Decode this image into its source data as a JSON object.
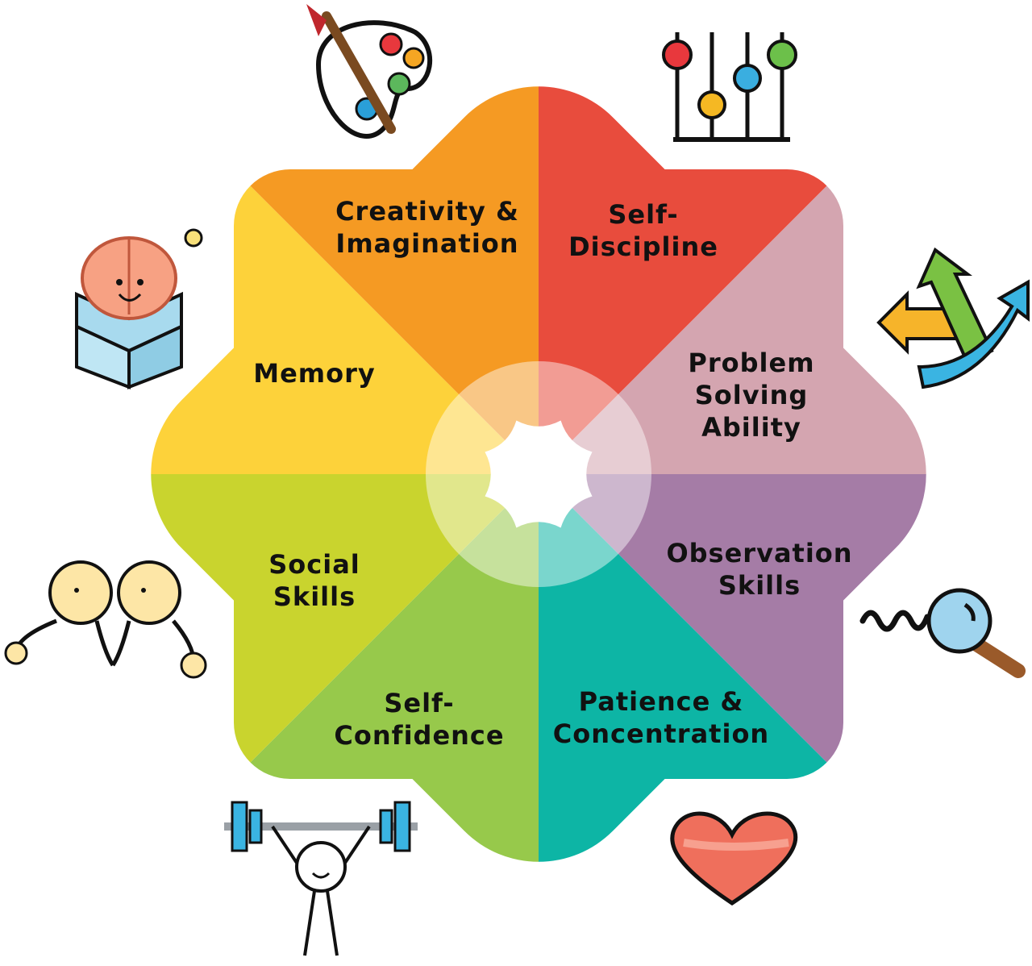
{
  "title": "Skill wheel",
  "segments": [
    {
      "id": "creativity",
      "lines": [
        "Creativity &",
        "Imagination"
      ],
      "color": "#e84c3d",
      "icon": "paint-palette-icon"
    },
    {
      "id": "self-discipline",
      "lines": [
        "Self-",
        "Discipline"
      ],
      "color": "#d4a5b0",
      "icon": "abacus-icon"
    },
    {
      "id": "problem-solving",
      "lines": [
        "Problem",
        "Solving",
        "Ability"
      ],
      "color": "#a57ca6",
      "icon": "arrows-icon"
    },
    {
      "id": "observation",
      "lines": [
        "Observation",
        "Skills"
      ],
      "color": "#0db5a5",
      "icon": "magnifying-glass-icon"
    },
    {
      "id": "patience",
      "lines": [
        "Patience &",
        "Concentration"
      ],
      "color": "#97c94b",
      "icon": "heart-icon"
    },
    {
      "id": "self-confidence",
      "lines": [
        "Self-",
        "Confidence"
      ],
      "color": "#c9d42e",
      "icon": "weightlifter-icon"
    },
    {
      "id": "social",
      "lines": [
        "Social",
        "Skills"
      ],
      "color": "#fdd23a",
      "icon": "handshake-people-icon"
    },
    {
      "id": "memory",
      "lines": [
        "Memory"
      ],
      "color": "#f59a23",
      "icon": "brain-box-icon"
    }
  ]
}
